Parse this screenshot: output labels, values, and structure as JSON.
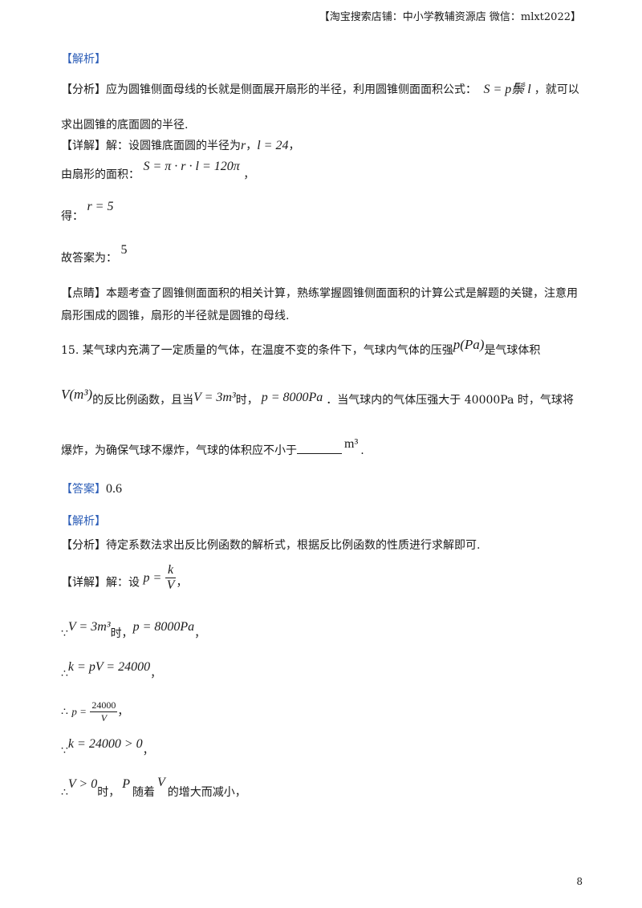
{
  "header": {
    "store": "【淘宝搜索店铺：中小学教辅资源店  微信：mlxt2022】"
  },
  "sec14": {
    "jiexi": "【解析】",
    "fenxi_tag": "【分析】",
    "fenxi_text": "应为圆锥侧面母线的长就是侧面展开扇形的半径，利用圆锥侧面面积公式：",
    "fenxi_formula": "S = p鬃 l",
    "fenxi_end": "，就可以",
    "fenxi_text2": "求出圆锥的底面圆的半径.",
    "xiangjie_tag": "【详解】",
    "xiangjie_text": "解：设圆锥底面圆的半径为",
    "var_r": "r",
    "sep": "，",
    "l_eq": "l = 24",
    "area_label": "由扇形的面积：",
    "area_formula": "S = π · r · l = 120π",
    "comma": "，",
    "de_label": "得：",
    "r_eq": "r = 5",
    "answer_label": "故答案为：",
    "answer_val": "5",
    "dianjing_tag": "【点睛】",
    "dianjing_text": "本题考查了圆锥侧面面积的相关计算，熟练掌握圆锥侧面面积的计算公式是解题的关键，注意用",
    "dianjing_text2": "扇形围成的圆锥，扇形的半径就是圆锥的母线."
  },
  "q15": {
    "number": "15.",
    "text1": "某气球内充满了一定质量的气体，在温度不变的条件下，气球内气体的压强",
    "p_pa": "p(Pa)",
    "text1_end": "是气球体积",
    "v_m3": "V(m³)",
    "text2a": "的反比例函数，且当",
    "v_eq": "V = 3m³",
    "text2b": "时，",
    "p_eq": "p = 8000Pa",
    "text2c": "．当气球内的气体压强大于 40000Pa 时，气球将",
    "text3": "爆炸，为确保气球不爆炸，气球的体积应不小于",
    "unit": "m³",
    "period": "."
  },
  "ans15": {
    "daan_tag": "【答案】",
    "daan_val": "0.6",
    "jiexi": "【解析】",
    "fenxi_tag": "【分析】",
    "fenxi_text": "待定系数法求出反比例函数的解析式，根据反比例函数的性质进行求解即可.",
    "xiangjie_tag": "【详解】",
    "xiangjie_text": "解：设",
    "p_lhs": "p =",
    "k_num": "k",
    "v_den": "V",
    "comma": "，",
    "because": "∵",
    "therefore": "∴",
    "step1_v": "V = 3m³",
    "step1_shi": "时，",
    "step1_p": "p = 8000Pa",
    "step2": "k = pV = 24000",
    "step3_lhs": "p =",
    "step3_num": "24000",
    "step3_den": "V",
    "step4": "k = 24000 > 0",
    "step5_v": "V > 0",
    "step5_shi": "时，",
    "step5_p": "P",
    "step5_suizhe": "随着",
    "step5_V": "V",
    "step5_end": "的增大而减小，"
  },
  "footer": {
    "page": "8"
  }
}
